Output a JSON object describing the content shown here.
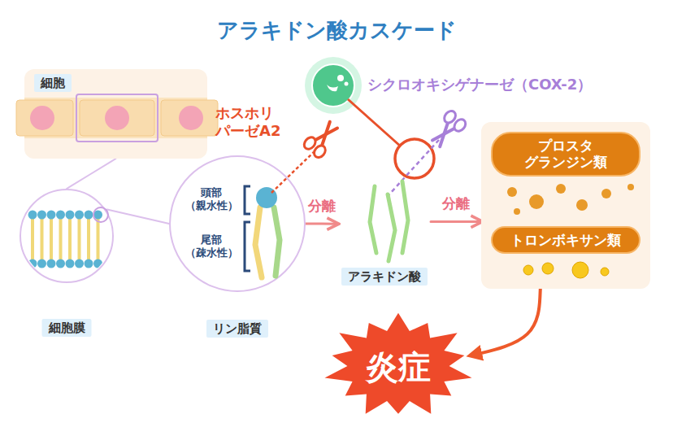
{
  "diagram": {
    "title": "アラキドン酸カスケード",
    "nodes": [
      {
        "text": [
          "細胞"
        ]
      },
      {
        "text": [
          "細胞膜"
        ]
      },
      {
        "text": [
          "頭部 （親水性）",
          "尾部 （疎水性）",
          "リン脂質"
        ]
      },
      {
        "text": [
          "アラキドン酸"
        ]
      },
      {
        "text": [
          "プロスタ グランジン類",
          "トロンボキサン類"
        ]
      },
      {
        "text": [
          "炎症"
        ]
      }
    ],
    "edges": [
      {
        "from": 0,
        "to": 1,
        "arrow": "none"
      },
      {
        "from": 1,
        "to": 2,
        "arrow": "none"
      },
      {
        "from": 2,
        "to": 3,
        "label": "分離",
        "arrow": "to"
      },
      {
        "from": 3,
        "to": 4,
        "label": "分離",
        "arrow": "to"
      },
      {
        "from": 4,
        "to": 5,
        "arrow": "to"
      }
    ],
    "labels": [
      "ホスホリ パーゼA2",
      "シクロオキシゲナーゼ（COX-2）"
    ]
  }
}
